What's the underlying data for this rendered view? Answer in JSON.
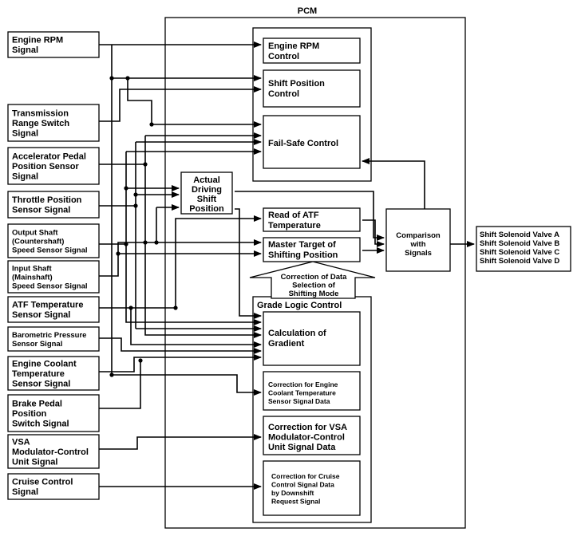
{
  "title": "PCM",
  "inputs": [
    {
      "lines": [
        "Engine RPM",
        "Signal"
      ]
    },
    {
      "lines": [
        "Transmission",
        "Range Switch",
        "Signal"
      ]
    },
    {
      "lines": [
        "Accelerator Pedal",
        "Position Sensor",
        "Signal"
      ]
    },
    {
      "lines": [
        "Throttle Position",
        "Sensor Signal"
      ]
    },
    {
      "lines": [
        "Output Shaft",
        "(Countershaft)",
        "Speed Sensor Signal"
      ]
    },
    {
      "lines": [
        "Input Shaft",
        "(Mainshaft)",
        "Speed Sensor Signal"
      ]
    },
    {
      "lines": [
        "ATF Temperature",
        "Sensor Signal"
      ]
    },
    {
      "lines": [
        "Barometric Pressure",
        "Sensor Signal"
      ]
    },
    {
      "lines": [
        "Engine Coolant",
        "Temperature",
        "Sensor Signal"
      ]
    },
    {
      "lines": [
        "Brake Pedal",
        "Position",
        "Switch Signal"
      ]
    },
    {
      "lines": [
        "VSA",
        "Modulator-Control",
        "Unit Signal"
      ]
    },
    {
      "lines": [
        "Cruise Control",
        "Signal"
      ]
    }
  ],
  "blocks": {
    "engine_rpm_control": [
      "Engine RPM",
      "Control"
    ],
    "shift_position_control": [
      "Shift Position",
      "Control"
    ],
    "fail_safe_control": [
      "Fail-Safe Control"
    ],
    "actual_driving_shift_position": [
      "Actual",
      "Driving",
      "Shift",
      "Position"
    ],
    "read_of_atf_temperature": [
      "Read of ATF",
      "Temperature"
    ],
    "master_target": [
      "Master Target of",
      "Shifting Position"
    ],
    "correction_arrow": [
      "Correction of Data",
      "Selection of",
      "Shifting Mode"
    ],
    "grade_logic_control": [
      "Grade Logic Control"
    ],
    "calculation_of_gradient": [
      "Calculation of",
      "Gradient"
    ],
    "correction_engine_coolant": [
      "Correction for Engine",
      "Coolant Temperature",
      "Sensor Signal Data"
    ],
    "correction_vsa": [
      "Correction for VSA",
      "Modulator-Control",
      "Unit Signal Data"
    ],
    "correction_cruise": [
      "Correction for Cruise",
      "Control Signal Data",
      "by Downshift",
      "Request Signal"
    ],
    "comparison_with_signals": [
      "Comparison",
      "with",
      "Signals"
    ]
  },
  "outputs": [
    "Shift Solenoid Valve A",
    "Shift Solenoid Valve B",
    "Shift Solenoid Valve C",
    "Shift Solenoid Valve D"
  ]
}
